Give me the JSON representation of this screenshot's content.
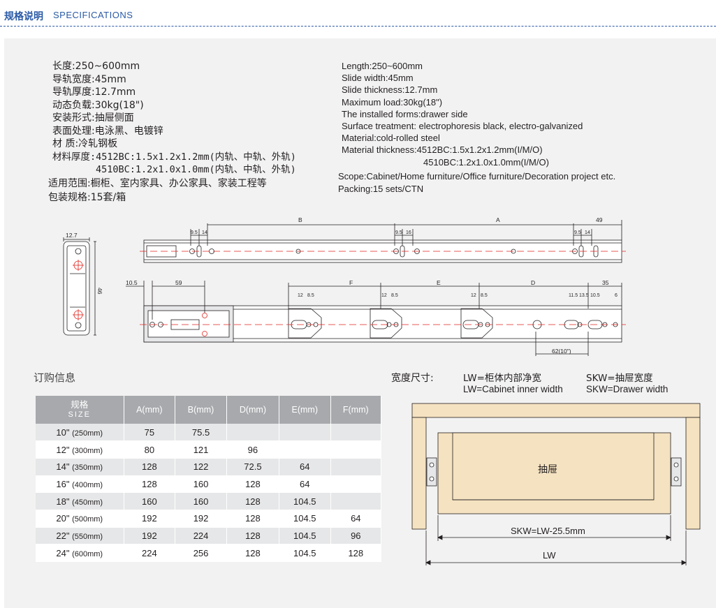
{
  "header": {
    "title_cn": "规格说明",
    "title_en": "SPECIFICATIONS"
  },
  "specs_cn": [
    "长度:250~600mm",
    "导轨宽度:45mm",
    "导轨厚度:12.7mm",
    "动态负载:30kg(18\")",
    "安装形式:抽屉侧面",
    "表面处理:电泳黑、电镀锌",
    "材 质:冷轧钢板",
    "材料厚度:4512BC:1.5x1.2x1.2mm(内轨、中轨、外轨)",
    "4510BC:1.2x1.0x1.0mm(内轨、中轨、外轨)"
  ],
  "specs_cn_extra": [
    "适用范围:橱柜、室内家具、办公家具、家装工程等",
    "包装规格:15套/箱"
  ],
  "specs_en": [
    "Length:250~600mm",
    "Slide width:45mm",
    "Slide thickness:12.7mm",
    "Maximum load:30kg(18\")",
    "The installed forms:drawer side",
    "Surface treatment: electrophoresis black, electro-galvanized",
    "Material:cold-rolled steel",
    "Material thickness:4512BC:1.5x1.2x1.2mm(I/M/O)",
    "4510BC:1.2x1.0x1.0mm(I/M/O)"
  ],
  "specs_en_extra": [
    "Scope:Cabinet/Home furniture/Office furniture/Decoration project etc.",
    "Packing:15 sets/CTN"
  ],
  "drawing": {
    "cross_section": {
      "width": "12.7",
      "height": "46"
    },
    "top_rail": {
      "B": "B",
      "A": "A",
      "d49": "49",
      "d9_5": "9.5",
      "d14": "14",
      "d16": "16"
    },
    "bottom_rail": {
      "d10_5": "10.5",
      "d59": "59",
      "F": "F",
      "E": "E",
      "D": "D",
      "d35": "35",
      "d12": "12",
      "d8_5": "8.5",
      "d11_5": "11.5",
      "d13_5": "13.5",
      "d6": "6",
      "d62": "62(10\")"
    }
  },
  "order": {
    "title": "订购信息",
    "headers": {
      "size_cn": "规格",
      "size_en": "SIZE",
      "cols": [
        "A(mm)",
        "B(mm)",
        "D(mm)",
        "E(mm)",
        "F(mm)"
      ]
    },
    "rows": [
      {
        "size": "10\"",
        "mm": "(250mm)",
        "A": "75",
        "B": "75.5",
        "D": "",
        "E": "",
        "F": ""
      },
      {
        "size": "12\"",
        "mm": "(300mm)",
        "A": "80",
        "B": "121",
        "D": "96",
        "E": "",
        "F": ""
      },
      {
        "size": "14\"",
        "mm": "(350mm)",
        "A": "128",
        "B": "122",
        "D": "72.5",
        "E": "64",
        "F": ""
      },
      {
        "size": "16\"",
        "mm": "(400mm)",
        "A": "128",
        "B": "160",
        "D": "128",
        "E": "64",
        "F": ""
      },
      {
        "size": "18\"",
        "mm": "(450mm)",
        "A": "160",
        "B": "160",
        "D": "128",
        "E": "104.5",
        "F": ""
      },
      {
        "size": "20\"",
        "mm": "(500mm)",
        "A": "192",
        "B": "192",
        "D": "128",
        "E": "104.5",
        "F": "64"
      },
      {
        "size": "22\"",
        "mm": "(550mm)",
        "A": "192",
        "B": "224",
        "D": "128",
        "E": "104.5",
        "F": "96"
      },
      {
        "size": "24\"",
        "mm": "(600mm)",
        "A": "224",
        "B": "256",
        "D": "128",
        "E": "104.5",
        "F": "128"
      }
    ]
  },
  "width": {
    "label": "宽度尺寸:",
    "lw_cn": "LW=柜体内部净宽",
    "lw_en": "LW=Cabinet inner width",
    "skw_cn": "SKW=抽屉宽度",
    "skw_en": "SKW=Drawer width",
    "drawer": "抽屉",
    "skw_formula": "SKW=LW-25.5mm",
    "lw": "LW"
  },
  "colors": {
    "accent": "#2a5aa6",
    "panel": "#f2f2f2",
    "table_header": "#a7a9ac",
    "wood": "#f5e2c0",
    "centerline": "#e0231c"
  }
}
